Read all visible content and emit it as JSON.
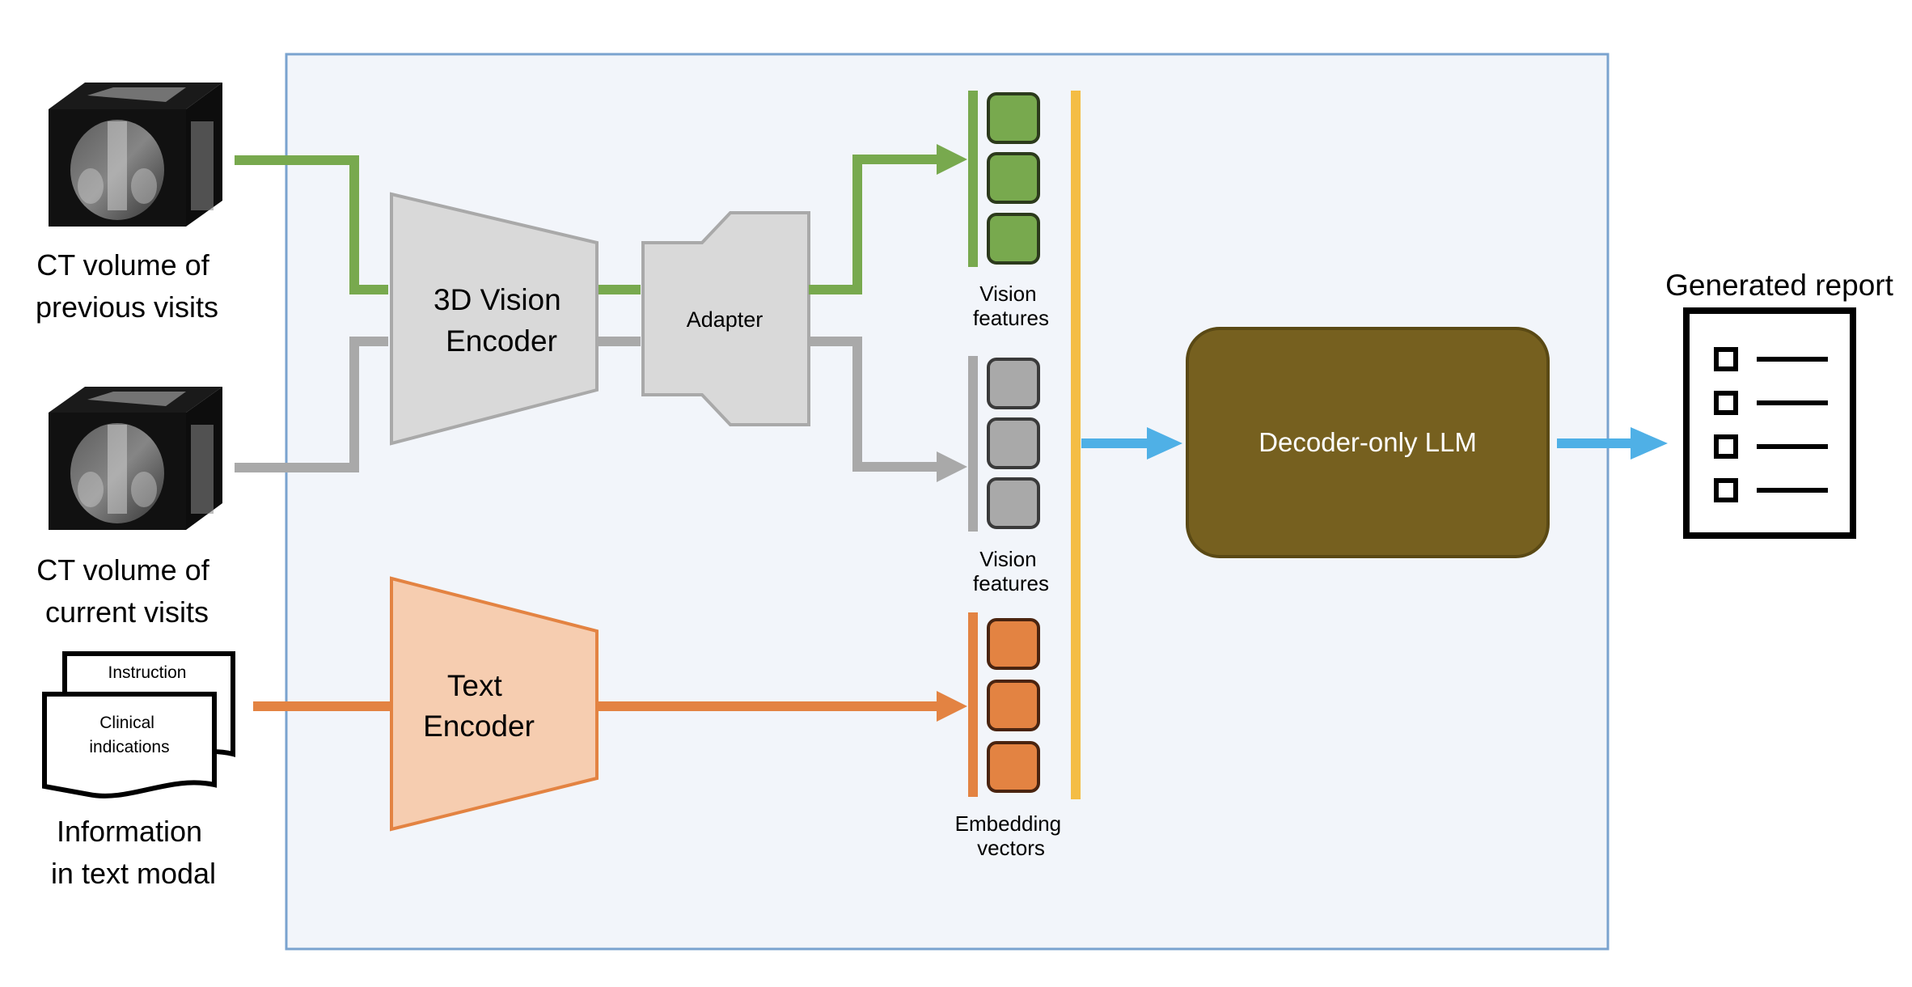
{
  "inputs": {
    "ct_previous_label": [
      "CT volume of",
      "previous visits"
    ],
    "ct_current_label": [
      "CT volume of",
      "current visits"
    ],
    "text_info_label": [
      "Information",
      "in text modal"
    ],
    "doc_instruction": "Instruction",
    "doc_clinical": [
      "Clinical",
      "indications"
    ]
  },
  "modules": {
    "vision_encoder": [
      "3D Vision",
      "Encoder"
    ],
    "adapter": "Adapter",
    "text_encoder": [
      "Text",
      "Encoder"
    ],
    "llm": "Decoder-only LLM"
  },
  "features": {
    "vision_features_1": [
      "Vision",
      "features"
    ],
    "vision_features_2": [
      "Vision",
      "features"
    ],
    "embedding_vectors": [
      "Embedding",
      "vectors"
    ]
  },
  "output": {
    "generated_report": "Generated report"
  },
  "colors": {
    "green": "#78a94e",
    "gray": "#a9a9a9",
    "orange": "#e38342",
    "blue": "#4fb0e6",
    "yellow": "#f4bd44",
    "llm": "#76601f",
    "panel_bg": "#f2f5fa",
    "panel_border": "#7aa3cf"
  }
}
